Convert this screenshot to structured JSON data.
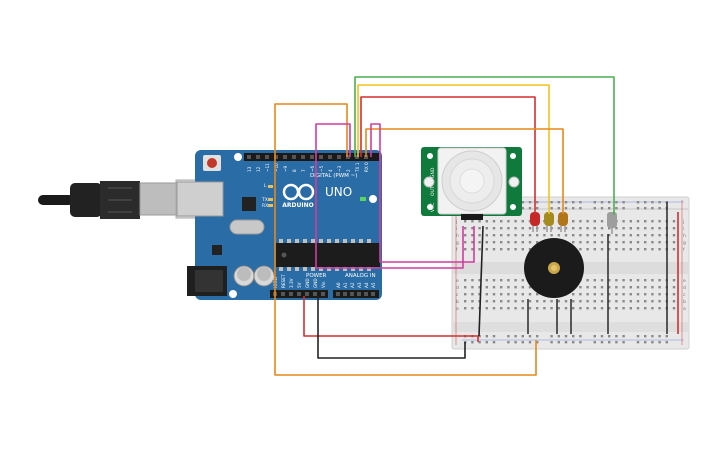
{
  "arduino": {
    "logo_text": "ARDUINO",
    "model": "UNO",
    "digital_header": "DIGITAL (PWM ~)",
    "power_label": "POWER",
    "analog_label": "ANALOG IN",
    "on_label": "ON",
    "tx_label": "TX",
    "rx_label": "RX",
    "l_label": "L",
    "aref_label": "AREF",
    "gnd_label": "GND",
    "digital_pins": [
      "13",
      "12",
      "~11",
      "~10",
      "~9",
      "8",
      "7",
      "~6",
      "~5",
      "4",
      "~3",
      "2",
      "TX 1",
      "RX 0"
    ],
    "power_pins": [
      "IOREF",
      "RESET",
      "3.3V",
      "5V",
      "GND",
      "GND",
      "Vin"
    ],
    "analog_pins": [
      "A0",
      "A1",
      "A2",
      "A3",
      "A4",
      "A5"
    ]
  },
  "pir_sensor": {
    "left_labels": [
      "GND",
      "OUT",
      "VCC"
    ]
  },
  "breadboard": {
    "row_letters_top": [
      "j",
      "i",
      "h",
      "g",
      "f"
    ],
    "row_letters_bottom": [
      "e",
      "d",
      "c",
      "b",
      "a"
    ]
  },
  "colors": {
    "arduino_board": "#2a6ca6",
    "wire_red": "#d32f2f",
    "wire_black": "#222222",
    "wire_orange": "#e6891a",
    "wire_yellow": "#f2c31a",
    "wire_green": "#4caf50",
    "wire_magenta": "#d23c9c",
    "pir_board": "#0f7a3c",
    "breadboard": "#e8e8e8",
    "buzzer": "#1b1b1b",
    "led_red": "#c62828",
    "led_yellow": "#a58a1e",
    "led_orange": "#b2761a"
  },
  "components": {
    "usb_cable": "usb-cable",
    "buzzer": "piezo-buzzer",
    "leds": [
      "red-led",
      "yellow-led",
      "orange-led"
    ],
    "resistor": "resistor"
  }
}
